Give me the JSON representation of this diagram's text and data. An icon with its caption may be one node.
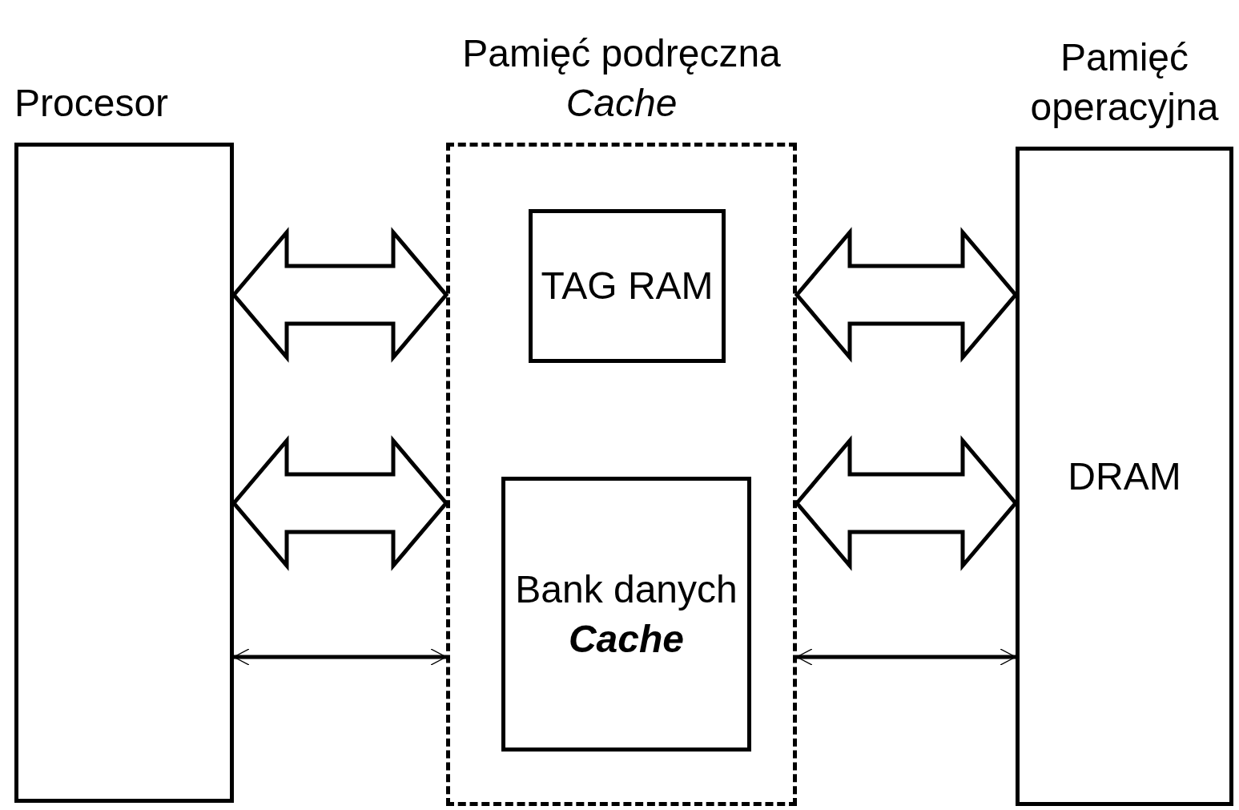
{
  "diagram": {
    "nodes": [
      {
        "text": [
          "Procesor"
        ]
      },
      {
        "text": [
          "Pamięć podręczna *Cache*"
        ]
      },
      {
        "text": [
          "TAG RAM"
        ],
        "in": 1
      },
      {
        "text": [
          "Bank danych **Cache**"
        ],
        "in": 1
      },
      {
        "text": [
          "Pamięć operacyjna",
          "DRAM"
        ]
      }
    ],
    "edges": [
      {
        "from": 0,
        "to": 1,
        "arrow": "both",
        "style": "thick"
      },
      {
        "from": 0,
        "to": 1,
        "arrow": "both",
        "style": "thick"
      },
      {
        "from": 0,
        "to": 1,
        "arrow": "both"
      },
      {
        "from": 1,
        "to": 4,
        "arrow": "both",
        "style": "thick"
      },
      {
        "from": 1,
        "to": 4,
        "arrow": "both",
        "style": "thick"
      },
      {
        "from": 1,
        "to": 4,
        "arrow": "both"
      }
    ]
  }
}
